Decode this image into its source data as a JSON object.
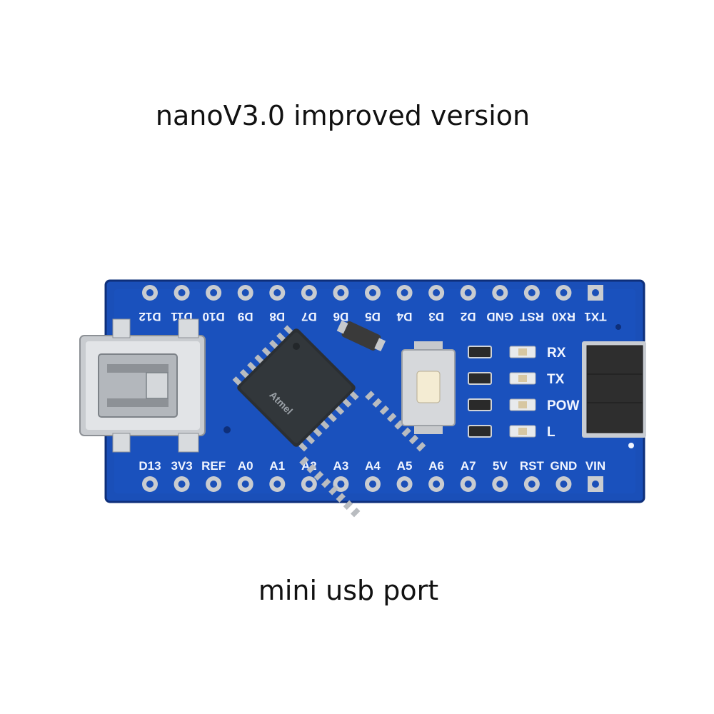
{
  "title": "nanoV3.0 improved version",
  "caption": "mini usb port",
  "colors": {
    "pcb": "#1a4fb8",
    "pcb_dark": "#113a91",
    "silkscreen": "#f1f5ff",
    "chip": "#2b2f33",
    "header": "#2a2a2a"
  },
  "board": {
    "top_pins": [
      "D12",
      "D11",
      "D10",
      "D9",
      "D8",
      "D7",
      "D6",
      "D5",
      "D4",
      "D3",
      "D2",
      "GND",
      "RST",
      "RX0",
      "TX1"
    ],
    "bottom_pins": [
      "D13",
      "3V3",
      "REF",
      "A0",
      "A1",
      "A2",
      "A3",
      "A4",
      "A5",
      "A6",
      "A7",
      "5V",
      "RST",
      "GND",
      "VIN"
    ],
    "leds": [
      "RX",
      "TX",
      "POW",
      "L"
    ],
    "chip_marking": "Atmel",
    "connector_icon": "mini-usb-connector-icon"
  }
}
